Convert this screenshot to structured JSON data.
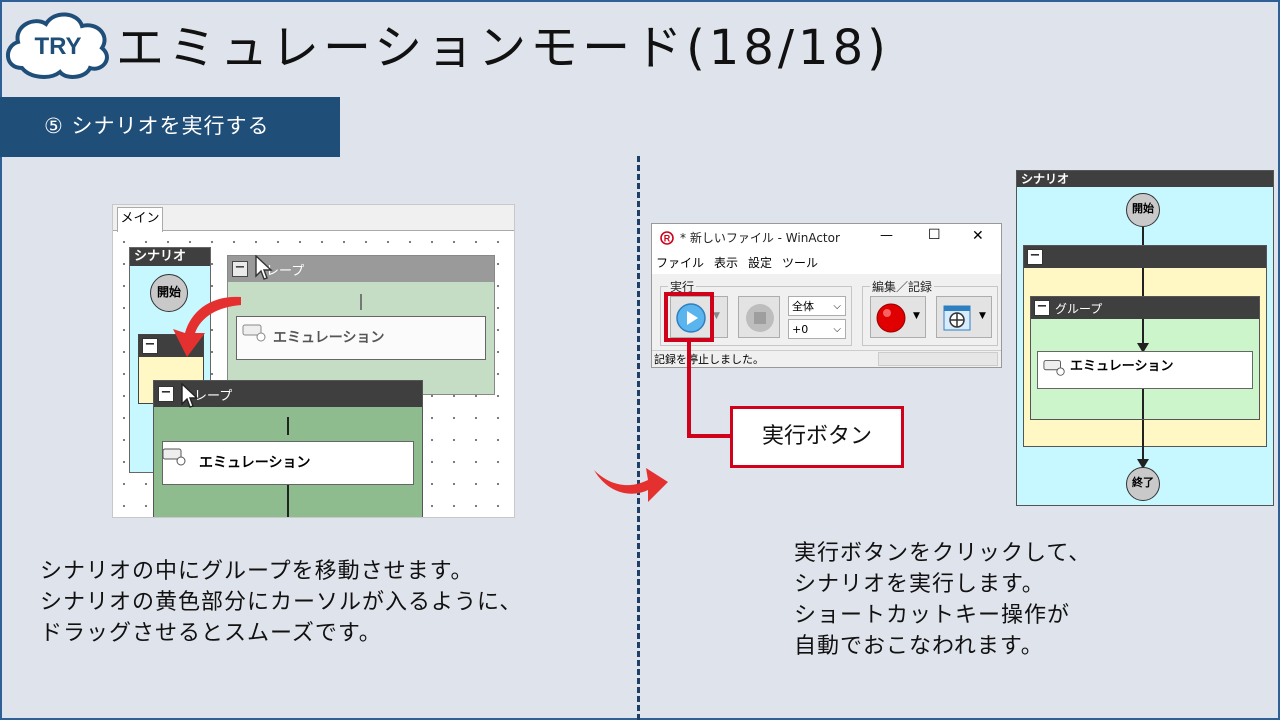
{
  "slide": {
    "badge": "TRY",
    "title": "エミュレーションモード(18/18)",
    "step": "⑤ シナリオを実行する"
  },
  "left_shot": {
    "tab": "メイン",
    "scenario_label": "シナリオ",
    "start_node": "開始",
    "group_label": "グループ",
    "group_label_partial": "レープ",
    "action_label": "エミュレーション"
  },
  "winactor": {
    "title": "* 新しいファイル - WinActor",
    "menu": [
      "ファイル",
      "表示",
      "設定",
      "ツール"
    ],
    "exec_group": "実行",
    "edit_group": "編集／記録",
    "combo_scope": "全体",
    "combo_speed": "+0",
    "status": "記録を停止しました。",
    "min_glyph": "—",
    "max_glyph": "☐",
    "close_glyph": "✕"
  },
  "callout": "実行ボタン",
  "right_flow": {
    "scenario_label": "シナリオ",
    "start_node": "開始",
    "group_label": "グループ",
    "action_label": "エミュレーション",
    "end_node": "終了"
  },
  "captions": {
    "left": [
      "シナリオの中にグループを移動させます。",
      "シナリオの黄色部分にカーソルが入るように、",
      "ドラッグさせるとスムーズです。"
    ],
    "right": [
      "実行ボタンをクリックして、",
      "シナリオを実行します。",
      "ショートカットキー操作が",
      "自動でおこなわれます。"
    ]
  },
  "colors": {
    "banner": "#1f4e79",
    "accent_red": "#d0021b",
    "scenario_bg": "#c7f7ff",
    "scenario_yellow": "#fff8c4",
    "group_green": "#ccf5cc"
  }
}
